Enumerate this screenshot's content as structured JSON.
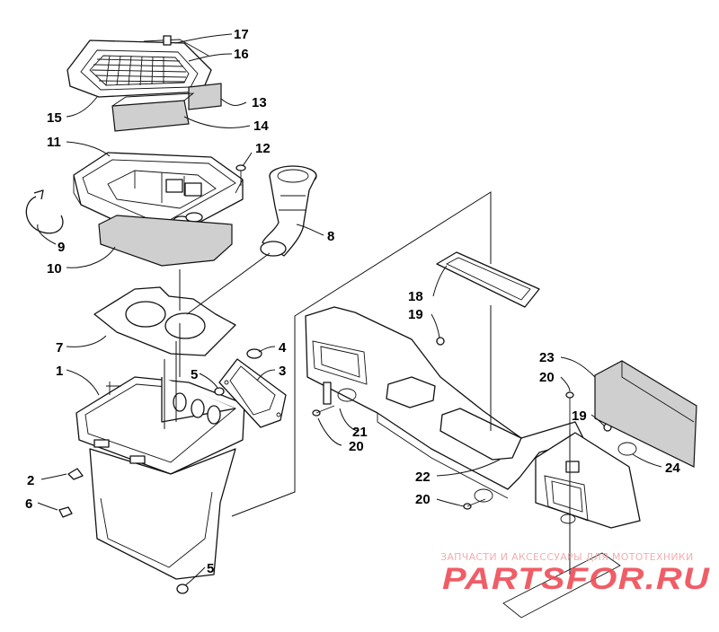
{
  "callouts": [
    {
      "id": "c17",
      "text": "17"
    },
    {
      "id": "c16",
      "text": "16"
    },
    {
      "id": "c13",
      "text": "13"
    },
    {
      "id": "c15",
      "text": "15"
    },
    {
      "id": "c14",
      "text": "14"
    },
    {
      "id": "c11",
      "text": "11"
    },
    {
      "id": "c12",
      "text": "12"
    },
    {
      "id": "c8",
      "text": "8"
    },
    {
      "id": "c9",
      "text": "9"
    },
    {
      "id": "c10",
      "text": "10"
    },
    {
      "id": "c18",
      "text": "18"
    },
    {
      "id": "c19a",
      "text": "19"
    },
    {
      "id": "c7",
      "text": "7"
    },
    {
      "id": "c4",
      "text": "4"
    },
    {
      "id": "c5a",
      "text": "5"
    },
    {
      "id": "c3",
      "text": "3"
    },
    {
      "id": "c1",
      "text": "1"
    },
    {
      "id": "c23",
      "text": "23"
    },
    {
      "id": "c20a",
      "text": "20"
    },
    {
      "id": "c19b",
      "text": "19"
    },
    {
      "id": "c21",
      "text": "21"
    },
    {
      "id": "c20b",
      "text": "20"
    },
    {
      "id": "c2",
      "text": "2"
    },
    {
      "id": "c24",
      "text": "24"
    },
    {
      "id": "c22",
      "text": "22"
    },
    {
      "id": "c6",
      "text": "6"
    },
    {
      "id": "c20c",
      "text": "20"
    },
    {
      "id": "c5b",
      "text": "5"
    }
  ],
  "watermark": {
    "caption": "ЗАПЧАСТИ И АКСЕССУАРЫ ДЛЯ МОТОТЕХНИКИ",
    "logo": "PARTSFOR.RU"
  },
  "colors": {
    "line": "#111111",
    "foam": "#cfcfcf",
    "watermark": "#ef4c56"
  }
}
